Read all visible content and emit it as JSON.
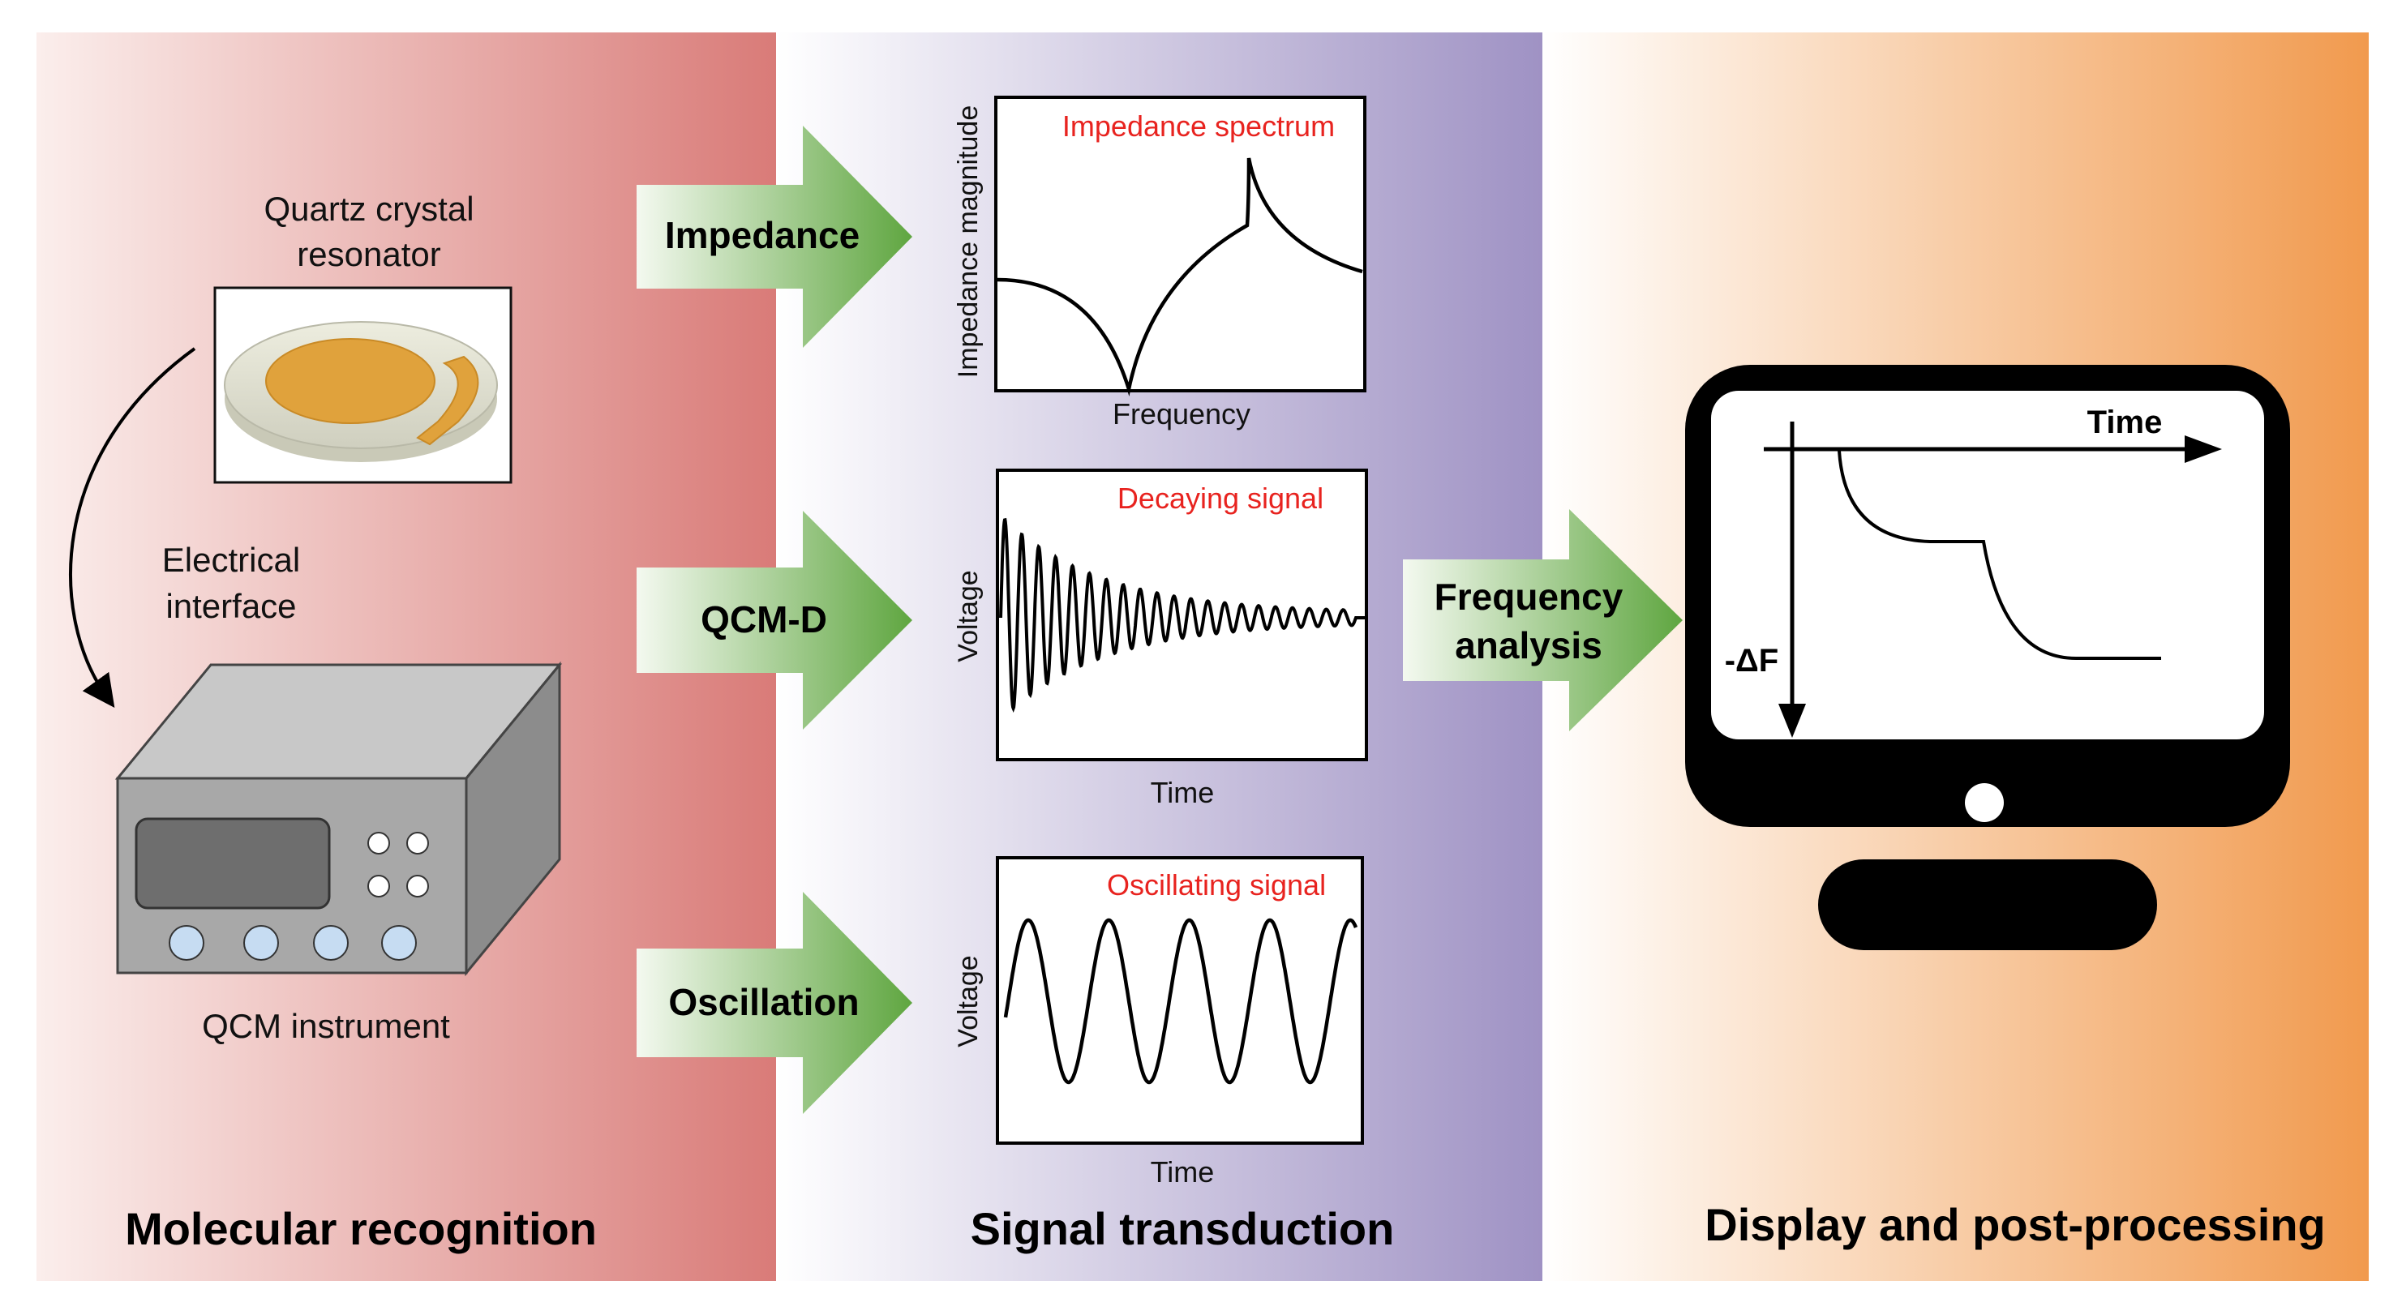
{
  "panels": {
    "molecular": {
      "title": "Molecular recognition",
      "resonator_label_line1": "Quartz crystal",
      "resonator_label_line2": "resonator",
      "interface_label_line1": "Electrical",
      "interface_label_line2": "interface",
      "instrument_label": "QCM instrument"
    },
    "signal": {
      "title": "Signal transduction",
      "arrows": {
        "impedance": "Impedance",
        "qcmd": "QCM-D",
        "oscillation": "Oscillation"
      },
      "plots": {
        "impedance": {
          "title": "Impedance spectrum",
          "xlabel": "Frequency",
          "ylabel": "Impedance magnitude"
        },
        "decaying": {
          "title": "Decaying signal",
          "xlabel": "Time",
          "ylabel": "Voltage"
        },
        "oscillating": {
          "title": "Oscillating signal",
          "xlabel": "Time",
          "ylabel": "Voltage"
        }
      }
    },
    "display": {
      "title": "Display and post-processing",
      "arrow_line1": "Frequency",
      "arrow_line2": "analysis",
      "screen_xlabel": "Time",
      "screen_ylabel": "-ΔF"
    }
  },
  "colors": {
    "red_panel": "#d97b78",
    "purple_panel": "#9f92c4",
    "orange_panel": "#f19a4e",
    "arrow_green": "#6aab4b",
    "plot_title_red": "#e8231f"
  }
}
